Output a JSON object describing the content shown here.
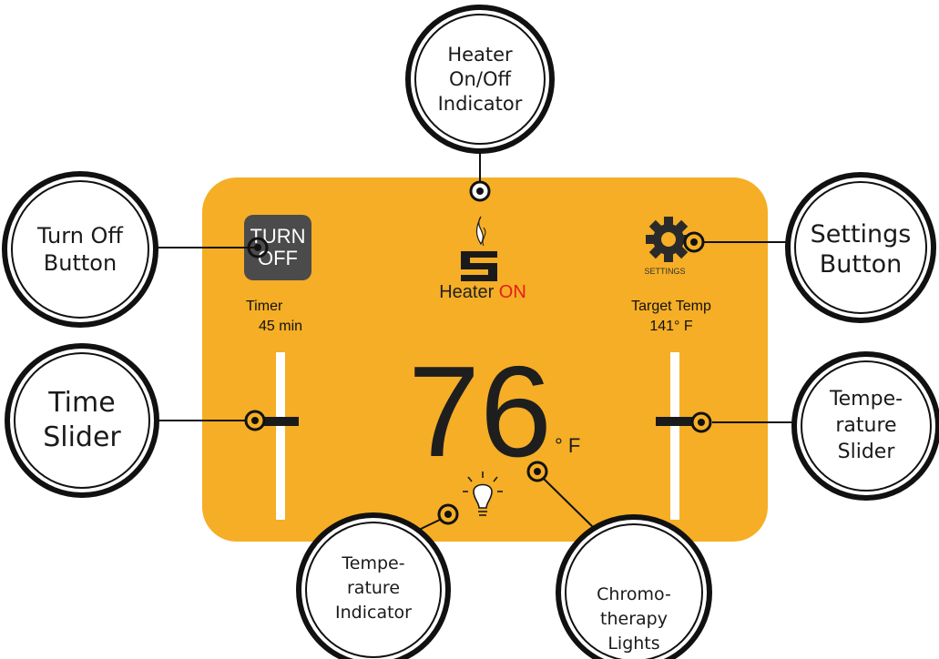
{
  "panel": {
    "turn_off": {
      "line1": "TURN",
      "line2": "OFF"
    },
    "timer": {
      "label": "Timer",
      "value": "45 min"
    },
    "target": {
      "label": "Target Temp",
      "value": "141° F"
    },
    "heater": {
      "prefix": "Heater ",
      "state": "ON"
    },
    "settings_label": "SETTINGS",
    "current_temp": "76",
    "temp_unit": "° F"
  },
  "callouts": {
    "heater_indicator": [
      "Heater",
      "On/Off",
      "Indicator"
    ],
    "turn_off_button": [
      "Turn Off",
      "Button"
    ],
    "settings_button": [
      "Settings",
      "Button"
    ],
    "time_slider": [
      "Time",
      "Slider"
    ],
    "temperature_slider": [
      "Tempe-",
      "rature",
      "Slider"
    ],
    "temperature_indicator": [
      "Tempe-",
      "rature",
      "Indicator"
    ],
    "chromotherapy_lights": [
      "Chromo-",
      "therapy",
      "Lights"
    ]
  },
  "colors": {
    "panel": "#f5ae25",
    "button_bg": "#4b4b4b",
    "heater_on": "#e3201b",
    "callout_ring": "#111111"
  }
}
